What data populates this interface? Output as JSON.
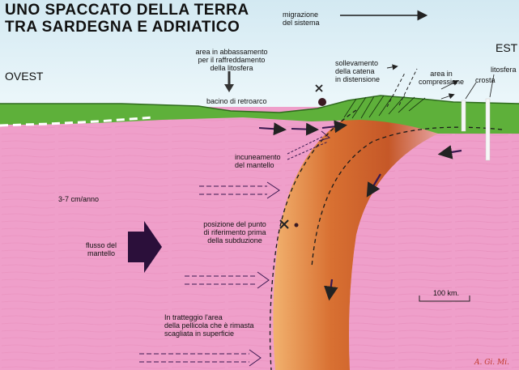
{
  "title": {
    "line1": "UNO SPACCATO DELLA TERRA",
    "line2": "TRA SARDEGNA E ADRIATICO"
  },
  "labels": {
    "migration": [
      "migrazione",
      "del sistema"
    ],
    "west": "OVEST",
    "east": "EST",
    "subsidence": [
      "area in abbassamento",
      "per il raffreddamento",
      "della litosfera"
    ],
    "backarc": "bacino di retroarco",
    "uplift": [
      "sollevamento",
      "della catena",
      "in distensione"
    ],
    "compression": [
      "area in",
      "compressione"
    ],
    "lithosphere": "litosfera",
    "crust": "crosta",
    "wedge": [
      "incuneamento",
      "del mantello"
    ],
    "rate": "3-7 cm/anno",
    "mantle_flow": [
      "flusso del",
      "mantello"
    ],
    "reference": [
      "posizione del punto",
      "di riferimento prima",
      "della subduzione"
    ],
    "dashed_area": [
      "In tratteggio l'area",
      "della pellicola che è rimasta",
      "scagliata in superficie"
    ],
    "scale": "100 km.",
    "signature": "A. Gi. Mi."
  },
  "colors": {
    "sky": "#dff0f6",
    "mantle": "#ef9fca",
    "lithosphere": "#5eb03a",
    "slab": "#d2712a",
    "arrow": "#3a1850",
    "signature": "#c0392b"
  },
  "icons": [
    "migration-arrow-icon",
    "down-arrow-icon",
    "mantle-flow-arrow-icon",
    "reference-cross-icon"
  ]
}
